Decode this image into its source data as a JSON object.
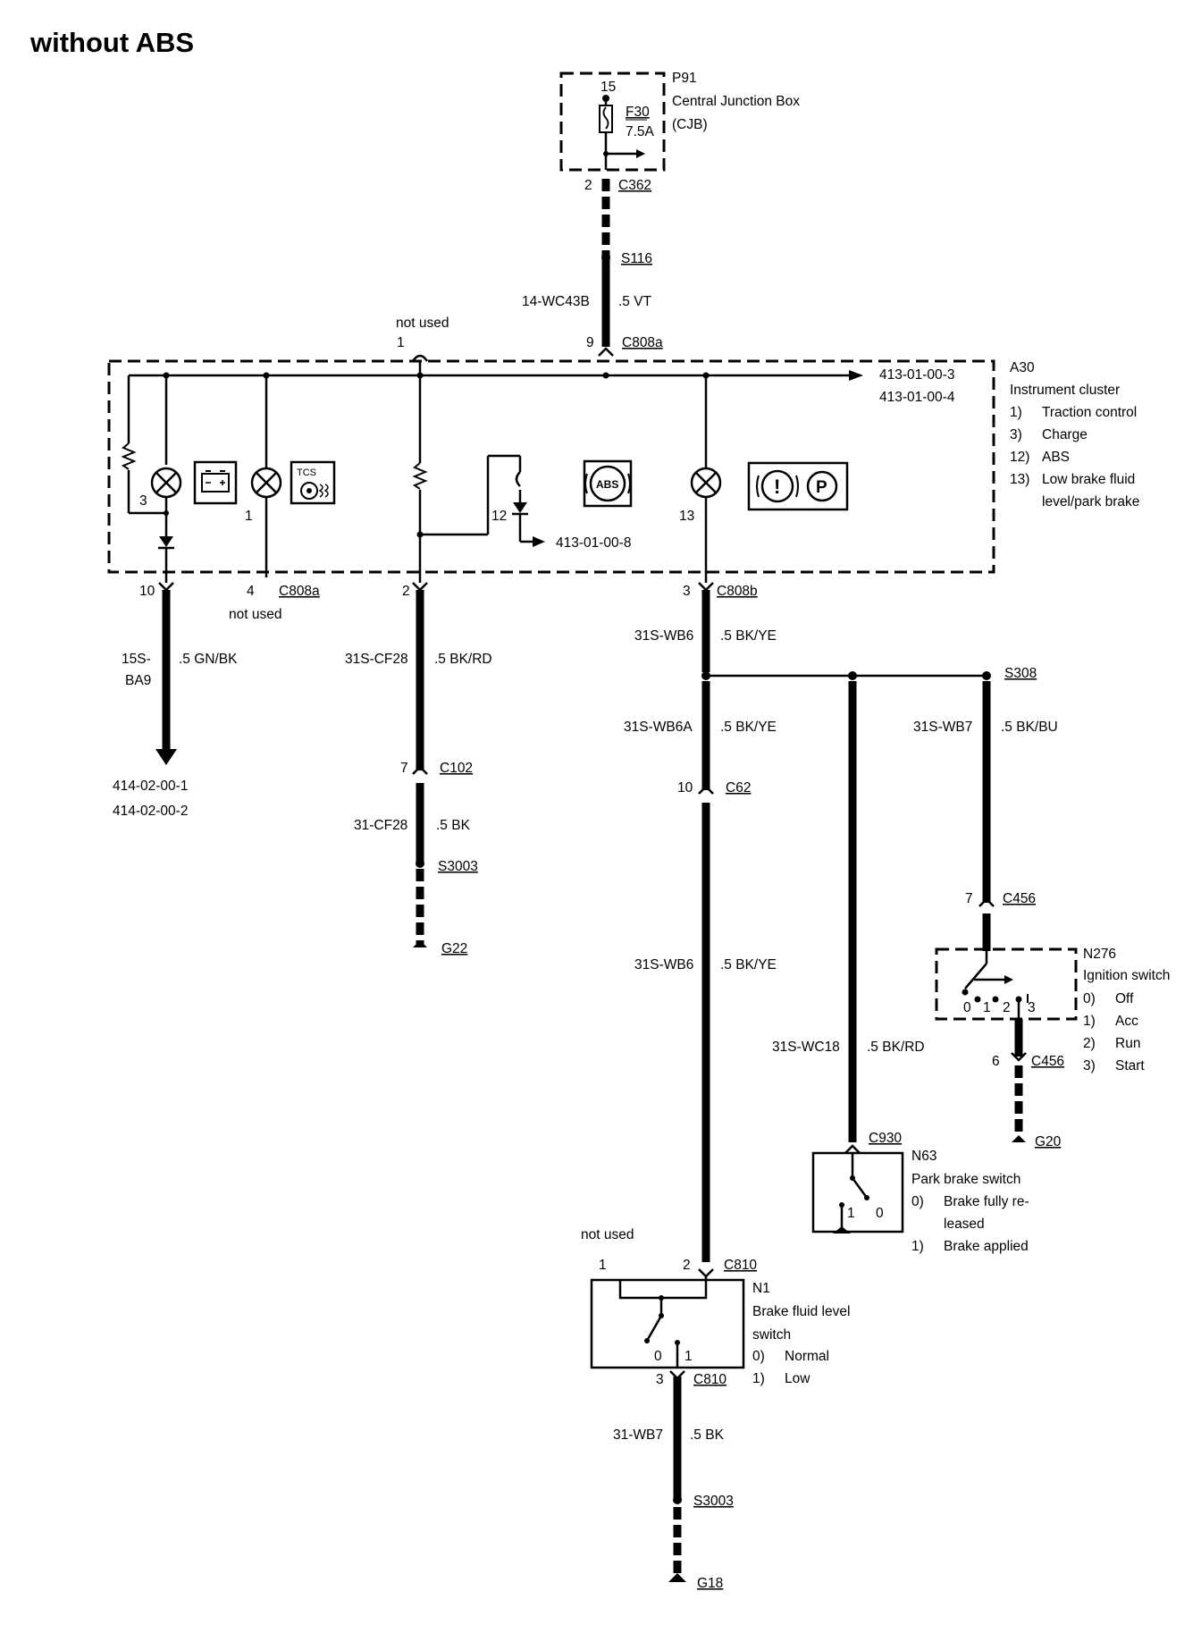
{
  "title": "without ABS",
  "cjb": {
    "id": "P91",
    "name": "Central Junction Box",
    "abbr": "(CJB)",
    "pin": "15",
    "fuse": "F30",
    "rating": "7.5A",
    "out_pin": "2",
    "connector": "C362"
  },
  "splice_s116": "S116",
  "wire_top": {
    "code": "14-WC43B",
    "spec": ".5 VT"
  },
  "cluster_top": {
    "not_used": "not used",
    "pin_1": "1",
    "pin_9": "9",
    "connector": "C808a"
  },
  "cluster": {
    "id": "A30",
    "name": "Instrument cluster",
    "refs": [
      "413-01-00-3",
      "413-01-00-4"
    ],
    "ref_internal": "413-01-00-8",
    "legend": [
      {
        "num": "1)",
        "text": "Traction control"
      },
      {
        "num": "3)",
        "text": "Charge"
      },
      {
        "num": "12)",
        "text": "ABS"
      },
      {
        "num": "13)",
        "text": "Low brake fluid"
      },
      {
        "num": "",
        "text": "level/park brake"
      }
    ],
    "lamp_3": "3",
    "lamp_1": "1",
    "lamp_12": "12",
    "lamp_13": "13",
    "tcs_label": "TCS",
    "abs_label": "ABS",
    "p_label": "P",
    "excl_label": "!"
  },
  "cluster_bottom": {
    "pin_10": "10",
    "pin_4": "4",
    "not_used": "not used",
    "connector_a": "C808a",
    "pin_2": "2",
    "pin_3": "3",
    "connector_b": "C808b"
  },
  "wire_a": {
    "code_1": "15S-",
    "code_2": "BA9",
    "spec": ".5 GN/BK",
    "ref1": "414-02-00-1",
    "ref2": "414-02-00-2"
  },
  "wire_b": {
    "code": "31S-CF28",
    "spec": ".5 BK/RD",
    "pin": "7",
    "connector": "C102",
    "code2": "31-CF28",
    "spec2": ".5 BK",
    "splice": "S3003",
    "ground": "G22"
  },
  "wire_c": {
    "code": "31S-WB6",
    "spec": ".5 BK/YE",
    "splice": "S308",
    "code_a": "31S-WB6A",
    "spec_a": ".5 BK/YE",
    "pin": "10",
    "connector": "C62",
    "code_b": "31S-WB6",
    "spec_b": ".5 BK/YE"
  },
  "wire_d": {
    "code": "31S-WB7",
    "spec": ".5 BK/BU",
    "pin": "7",
    "connector": "C456"
  },
  "ignition": {
    "id": "N276",
    "name": "Ignition switch",
    "legend": [
      {
        "num": "0)",
        "text": "Off"
      },
      {
        "num": "1)",
        "text": "Acc"
      },
      {
        "num": "2)",
        "text": "Run"
      },
      {
        "num": "3)",
        "text": "Start"
      }
    ],
    "pos": [
      "0",
      "1",
      "2",
      "3"
    ],
    "out_pin": "6",
    "out_connector": "C456",
    "ground": "G20"
  },
  "wire_e": {
    "code": "31S-WC18",
    "spec": ".5 BK/RD",
    "connector": "C930"
  },
  "park": {
    "id": "N63",
    "name": "Park brake switch",
    "legend": [
      {
        "num": "0)",
        "text": "Brake fully re-"
      },
      {
        "num": "",
        "text": "leased"
      },
      {
        "num": "1)",
        "text": "Brake applied"
      }
    ],
    "pos": [
      "1",
      "0"
    ]
  },
  "fluid": {
    "not_used": "not used",
    "pin_1": "1",
    "pin_2": "2",
    "connector": "C810",
    "id": "N1",
    "name_1": "Brake fluid level",
    "name_2": "switch",
    "legend": [
      {
        "num": "0)",
        "text": "Normal"
      },
      {
        "num": "1)",
        "text": "Low"
      }
    ],
    "pos": [
      "0",
      "1"
    ],
    "pin_3": "3",
    "connector_b": "C810"
  },
  "wire_f": {
    "code": "31-WB7",
    "spec": ".5 BK",
    "splice": "S3003",
    "ground": "G18"
  }
}
